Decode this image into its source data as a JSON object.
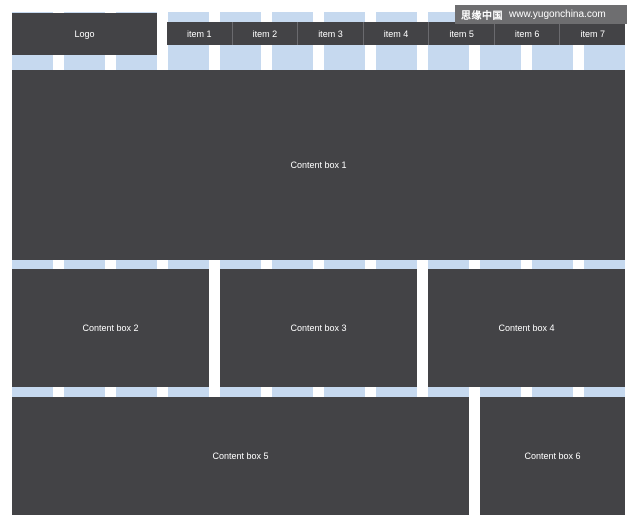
{
  "colors": {
    "grid_column": "#c6d9ef",
    "box": "#434346",
    "text": "#ffffff",
    "background": "#ffffff"
  },
  "logo": {
    "label": "Logo"
  },
  "nav": {
    "items": [
      {
        "label": "item 1"
      },
      {
        "label": "item 2"
      },
      {
        "label": "item 3"
      },
      {
        "label": "item 4"
      },
      {
        "label": "item 5"
      },
      {
        "label": "item 6"
      },
      {
        "label": "item 7"
      }
    ]
  },
  "content": {
    "box1": "Content box 1",
    "box2": "Content box 2",
    "box3": "Content box 3",
    "box4": "Content box 4",
    "box5": "Content box 5",
    "box6": "Content box 6"
  },
  "watermark": {
    "chinese": "思缘中国",
    "url": "www.yugonchina.com"
  }
}
